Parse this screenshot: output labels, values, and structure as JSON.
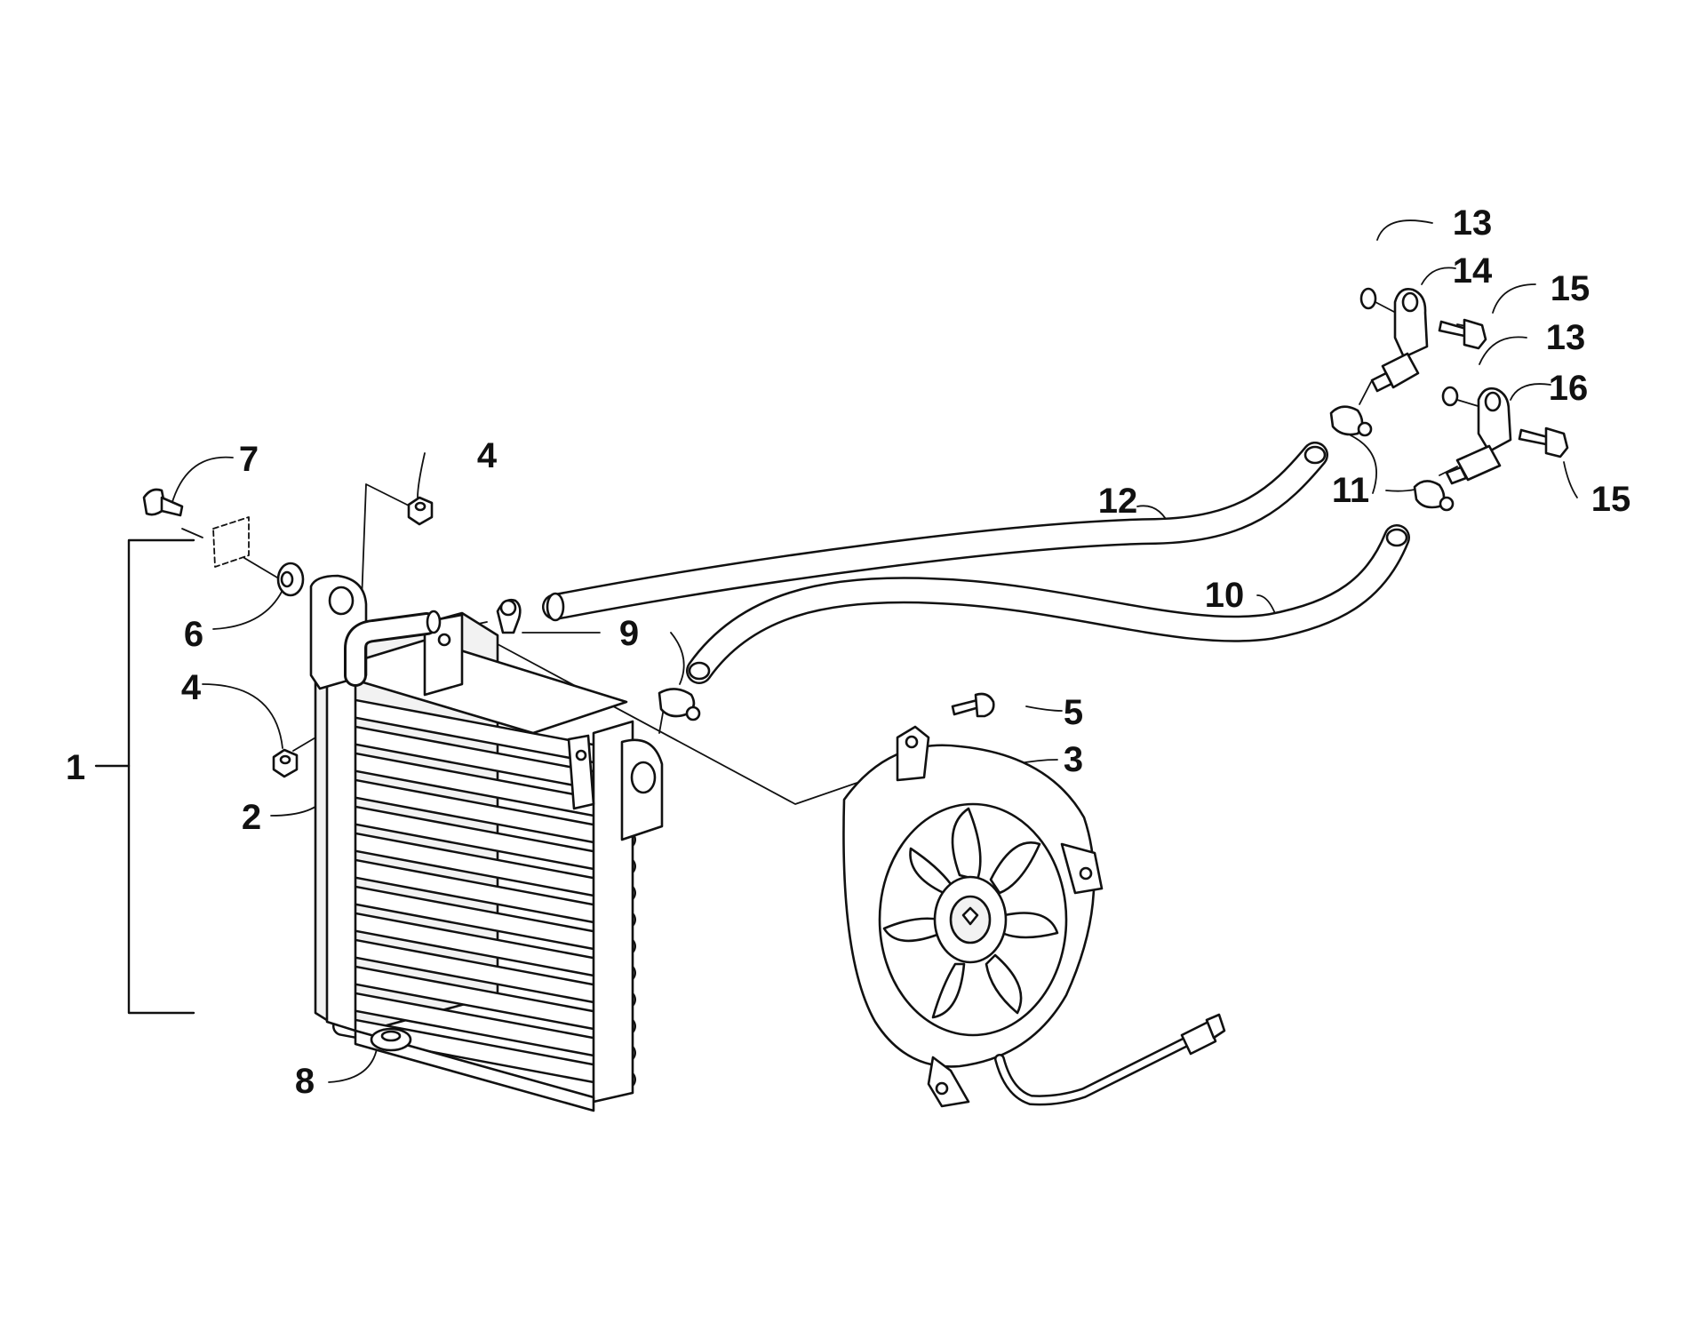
{
  "callouts": {
    "c1": "1",
    "c2": "2",
    "c3": "3",
    "c4a": "4",
    "c4b": "4",
    "c5": "5",
    "c6": "6",
    "c7": "7",
    "c8": "8",
    "c9": "9",
    "c10": "10",
    "c11": "11",
    "c12": "12",
    "c13a": "13",
    "c13b": "13",
    "c14": "14",
    "c15a": "15",
    "c15b": "15",
    "c16": "16"
  }
}
